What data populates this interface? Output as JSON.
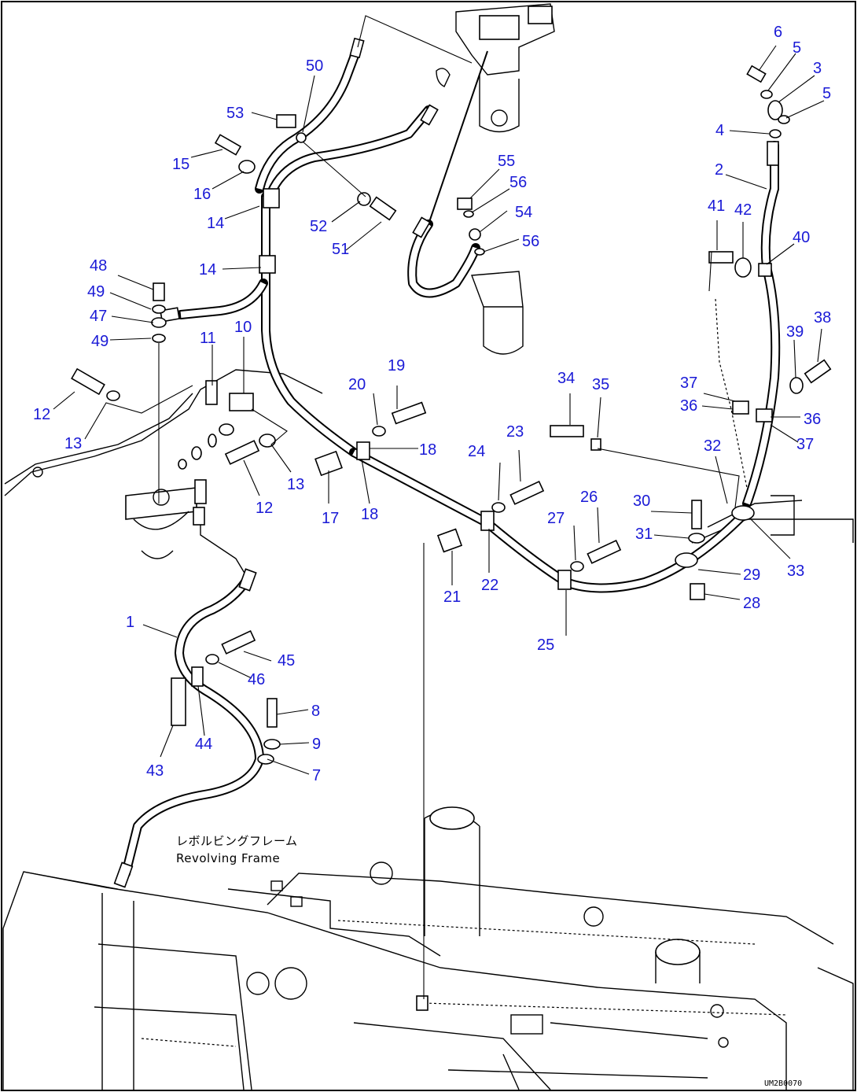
{
  "drawing": {
    "caption_jp": "レボルビングフレーム",
    "caption_en": "Revolving Frame",
    "doc_id": "UM2B0070"
  },
  "callouts": [
    "1",
    "2",
    "3",
    "4",
    "5",
    "5",
    "6",
    "7",
    "8",
    "9",
    "10",
    "11",
    "12",
    "12",
    "13",
    "13",
    "14",
    "14",
    "15",
    "16",
    "17",
    "18",
    "18",
    "19",
    "20",
    "21",
    "22",
    "23",
    "24",
    "25",
    "26",
    "27",
    "28",
    "29",
    "30",
    "31",
    "32",
    "33",
    "34",
    "35",
    "36",
    "36",
    "37",
    "37",
    "38",
    "39",
    "40",
    "41",
    "42",
    "43",
    "44",
    "45",
    "46",
    "47",
    "48",
    "49",
    "49",
    "50",
    "51",
    "52",
    "53",
    "54",
    "55",
    "56",
    "56"
  ],
  "colors": {
    "callout": "#1a1ad6",
    "line": "#000000"
  }
}
